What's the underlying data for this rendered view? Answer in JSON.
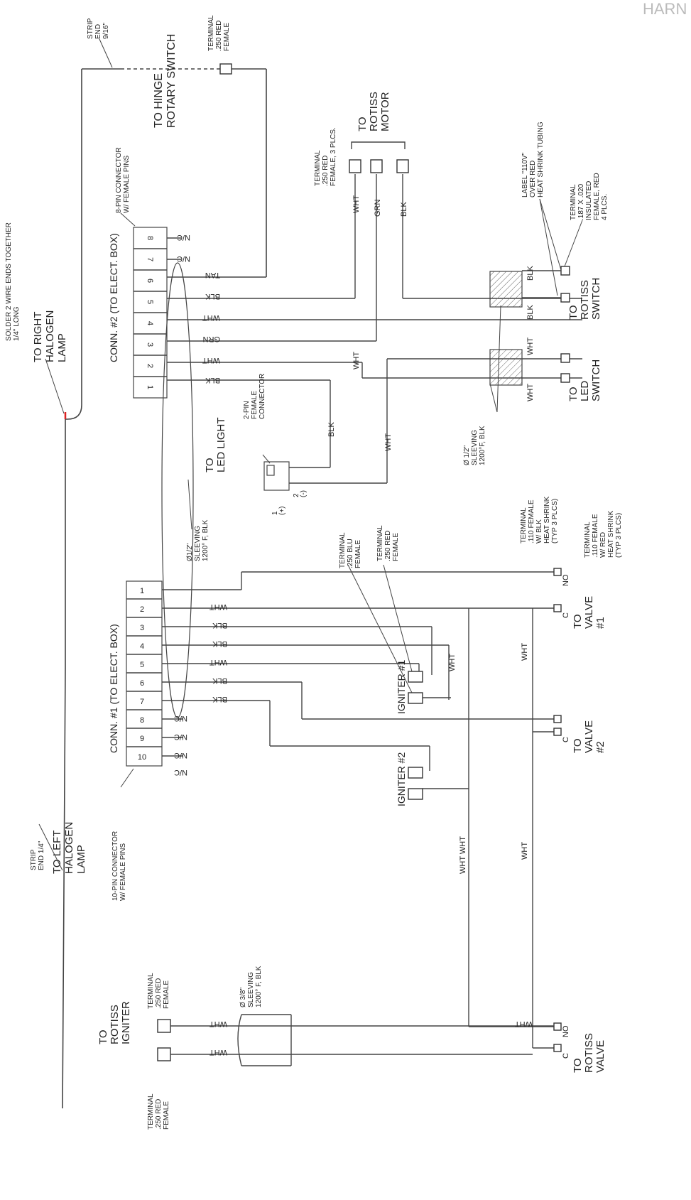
{
  "header": {
    "corner_text": "HARN"
  },
  "labels": {
    "strip_end_top": [
      "STRIP",
      "END",
      "9/16\""
    ],
    "terminal_hinge": [
      "TERMINAL",
      ".250 RED",
      "FEMALE"
    ],
    "to_hinge": [
      "TO HINGE",
      "ROTARY SWITCH"
    ],
    "eight_pin": [
      "8-PIN CONNECTOR",
      "W/ FEMALE PINS"
    ],
    "terminal_motor": [
      "TERMINAL",
      ".250 RED",
      "FEMALE, 3 PLCS."
    ],
    "to_rotiss_motor": [
      "TO",
      "ROTISS",
      "MOTOR"
    ],
    "label_110v": [
      "LABEL \"110V\"",
      "OVER RED",
      "HEAT SHRINK TUBING"
    ],
    "terminal_187": [
      "TERMINAL",
      ".187 X .020",
      "INSULATED",
      "FEMALE, RED",
      "4 PLCS."
    ],
    "solder": [
      "SOLDER 2 WIRE ENDS TOGETHER",
      "1/4\" LONG"
    ],
    "to_right_lamp": [
      "TO RIGHT",
      "HALOGEN",
      "LAMP"
    ],
    "conn2": "CONN. #2 (TO ELECT. BOX)",
    "to_rotiss_switch": [
      "TO",
      "ROTISS",
      "SWITCH"
    ],
    "to_led_switch": [
      "TO",
      "LED",
      "SWITCH"
    ],
    "to_led_light": [
      "TO",
      "LED LIGHT"
    ],
    "two_pin": [
      "2-PIN",
      "FEMALE",
      "CONNECTOR"
    ],
    "sleeving_half_b": [
      "Ø 1/2\"",
      "SLEEVING",
      "1200°F, BLK"
    ],
    "sleeving_half_a": [
      "Ø1/2\"",
      "SLEEVING",
      "1200° F, BLK"
    ],
    "terminal_110_blk": [
      "TERMINAL",
      ".110 FEMALE",
      "W/ BLK",
      "HEAT SHRINK",
      "(TYP 3 PLCS)"
    ],
    "terminal_110_red": [
      "TERMINAL",
      ".110 FEMALE",
      "W/ RED",
      "HEAT SHRINK",
      "(TYP 3 PLCS)"
    ],
    "terminal_blu": [
      "TERMINAL",
      ".250 BLU",
      "FEMALE"
    ],
    "terminal_red_ign": [
      "TERMINAL",
      ".250 RED",
      "FEMALE"
    ],
    "conn1": "CONN. #1 (TO ELECT. BOX)",
    "to_valve1": [
      "TO",
      "VALVE",
      "#1"
    ],
    "to_valve2": [
      "TO",
      "VALVE",
      "#2"
    ],
    "igniter1": "IGNITER #1",
    "igniter2": "IGNITER #2",
    "strip_end_bottom": [
      "STRIP",
      "END 1/4\""
    ],
    "to_left_lamp": [
      "TO LEFT",
      "HALOGEN",
      "LAMP"
    ],
    "ten_pin": [
      "10-PIN CONNECTOR",
      "W/ FEMALE PINS"
    ],
    "sleeving_3_8": [
      "Ø 3/8\"",
      "SLEEVING",
      "1200° F, BLK"
    ],
    "to_rotiss_igniter": [
      "TO",
      "ROTISS",
      "IGNITER"
    ],
    "terminal_rot_ign_top": [
      "TERMINAL",
      ".250 RED",
      "FEMALE"
    ],
    "terminal_rot_ign_bot": [
      "TERMINAL",
      ".250 RED",
      "FEMALE"
    ],
    "to_rotiss_valve": [
      "TO",
      "ROTISS",
      "VALVE"
    ],
    "wht_wht": "WHT WHT"
  },
  "conn2_pins": [
    "8",
    "7",
    "6",
    "5",
    "4",
    "3",
    "2",
    "1"
  ],
  "conn1_pins": [
    "1",
    "2",
    "3",
    "4",
    "5",
    "6",
    "7",
    "8",
    "9",
    "10"
  ],
  "conn2_wires": [
    "N/C",
    "N/C",
    "",
    "TAN",
    "BLK",
    "WHT",
    "GRN",
    "WHT",
    "BLK"
  ],
  "conn1_wires": [
    "",
    "WHT",
    "BLK",
    "BLK",
    "WHT",
    "BLK",
    "BLK",
    "N/C",
    "N/C",
    "N/C",
    "N/C"
  ],
  "wire_colors": {
    "wht": "WHT",
    "blk": "BLK",
    "grn": "GRN",
    "nc": "N/C",
    "c": "C",
    "no": "NO",
    "plus": "(+)",
    "minus": "(-)",
    "one": "1",
    "two": "2"
  }
}
